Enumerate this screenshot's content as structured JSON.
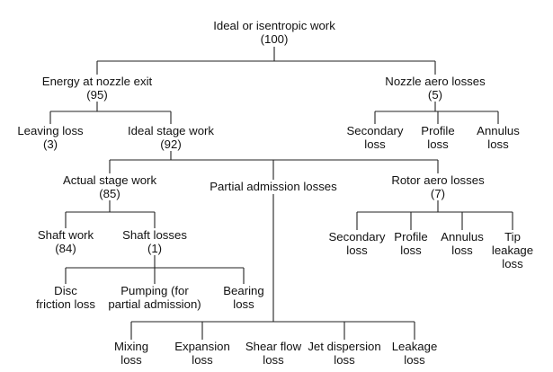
{
  "nodes": {
    "ideal_work": {
      "lines": [
        "Ideal or isentropic work",
        "(100)"
      ]
    },
    "nozzle_exit": {
      "lines": [
        "Energy at nozzle exit",
        "(95)"
      ]
    },
    "nozzle_aero": {
      "lines": [
        "Nozzle aero losses",
        "(5)"
      ]
    },
    "leaving_loss": {
      "lines": [
        "Leaving loss",
        "(3)"
      ]
    },
    "ideal_stage": {
      "lines": [
        "Ideal stage work",
        "(92)"
      ]
    },
    "noz_secondary": {
      "lines": [
        "Secondary",
        "loss"
      ]
    },
    "noz_profile": {
      "lines": [
        "Profile",
        "loss"
      ]
    },
    "noz_annulus": {
      "lines": [
        "Annulus",
        "loss"
      ]
    },
    "actual_stage": {
      "lines": [
        "Actual stage work",
        "(85)"
      ]
    },
    "partial_adm": {
      "lines": [
        "Partial admission losses"
      ]
    },
    "rotor_aero": {
      "lines": [
        "Rotor aero losses",
        "(7)"
      ]
    },
    "shaft_work": {
      "lines": [
        "Shaft work",
        "(84)"
      ]
    },
    "shaft_losses": {
      "lines": [
        "Shaft losses",
        "(1)"
      ]
    },
    "rot_secondary": {
      "lines": [
        "Secondary",
        "loss"
      ]
    },
    "rot_profile": {
      "lines": [
        "Profile",
        "loss"
      ]
    },
    "rot_annulus": {
      "lines": [
        "Annulus",
        "loss"
      ]
    },
    "rot_tip": {
      "lines": [
        "Tip",
        "leakage",
        "loss"
      ]
    },
    "disc_friction": {
      "lines": [
        "Disc",
        "friction loss"
      ]
    },
    "pumping": {
      "lines": [
        "Pumping (for",
        "partial admission)"
      ]
    },
    "bearing": {
      "lines": [
        "Bearing",
        "loss"
      ]
    },
    "mixing": {
      "lines": [
        "Mixing",
        "loss"
      ]
    },
    "expansion": {
      "lines": [
        "Expansion",
        "loss"
      ]
    },
    "shear_flow": {
      "lines": [
        "Shear flow",
        "loss"
      ]
    },
    "jet_dispersion": {
      "lines": [
        "Jet dispersion",
        "loss"
      ]
    },
    "leakage": {
      "lines": [
        "Leakage",
        "loss"
      ]
    }
  }
}
